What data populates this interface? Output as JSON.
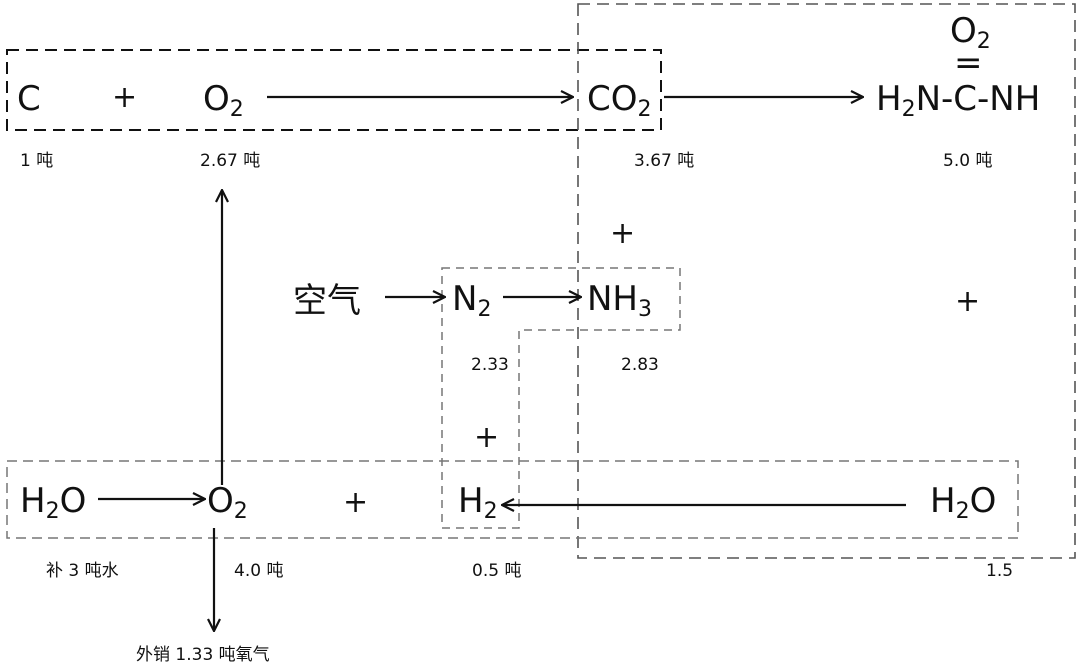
{
  "species": {
    "c": "C",
    "o2_top": "O",
    "co2": "CO",
    "urea_top_o": "O",
    "urea_bond": "=",
    "urea_h": "H",
    "urea_rest": "N-C-NH",
    "air": "空气",
    "n2": "N",
    "nh3": "NH",
    "h2o_left": "H",
    "h2o_left_o": "O",
    "o2_bottom": "O",
    "h2": "H",
    "h2o_right": "H",
    "h2o_right_o": "O"
  },
  "subscripts": {
    "o2_top": "2",
    "co2": "2",
    "urea_top_o": "2",
    "urea_h": "2",
    "n2": "2",
    "nh3": "3",
    "h2o_left": "2",
    "o2_bottom": "2",
    "h2": "2",
    "h2o_right": "2"
  },
  "operators": {
    "plus": "+"
  },
  "quantities": {
    "c": "1 吨",
    "o2_top": "2.67 吨",
    "co2": "3.67 吨",
    "urea": "5.0 吨",
    "n2": "2.33",
    "nh3": "2.83",
    "water_input": "补 3 吨水",
    "o2_bottom": "4.0 吨",
    "h2": "0.5 吨",
    "h2o_right": "1.5",
    "oxygen_sold": "外销 1.33 吨氧气"
  }
}
